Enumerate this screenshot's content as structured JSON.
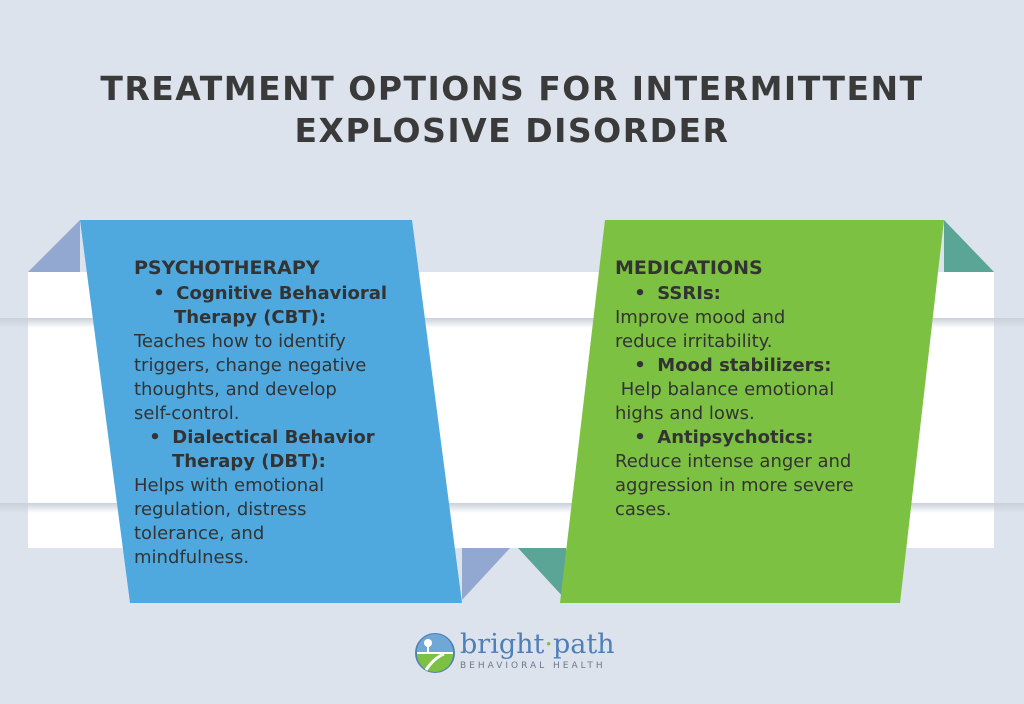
{
  "title": {
    "line1": "TREATMENT OPTIONS FOR INTERMITTENT",
    "line2": "EXPLOSIVE DISORDER"
  },
  "colors": {
    "background": "#dde3ec",
    "left_card": "#4fa9df",
    "right_card": "#7dc143",
    "left_fold": "#93a8d0",
    "right_fold": "#5aa596",
    "title_text": "#3a3a3a",
    "body_text": "#333333"
  },
  "left_card": {
    "heading": "PSYCHOTHERAPY",
    "items": [
      {
        "title_line1": "Cognitive Behavioral",
        "title_line2": "Therapy (CBT):",
        "desc_lines": [
          "Teaches how to identify",
          "triggers, change negative",
          "thoughts, and develop",
          "self-control."
        ]
      },
      {
        "title_line1": "Dialectical Behavior",
        "title_line2": "Therapy (DBT):",
        "desc_lines": [
          "Helps with emotional",
          "regulation, distress",
          "tolerance, and",
          "mindfulness."
        ]
      }
    ]
  },
  "right_card": {
    "heading": "MEDICATIONS",
    "items": [
      {
        "title": "SSRIs:",
        "desc_lines": [
          "Improve mood and",
          "reduce irritability."
        ]
      },
      {
        "title": "Mood stabilizers:",
        "desc_lines": [
          " Help balance emotional",
          "highs and lows."
        ]
      },
      {
        "title": "Antipsychotics:",
        "desc_lines": [
          "Reduce intense anger and",
          "aggression in more severe",
          "cases."
        ]
      }
    ]
  },
  "logo": {
    "name_part1": "bright",
    "separator": "·",
    "name_part2": "path",
    "subtitle": "BEHAVIORAL HEALTH"
  }
}
